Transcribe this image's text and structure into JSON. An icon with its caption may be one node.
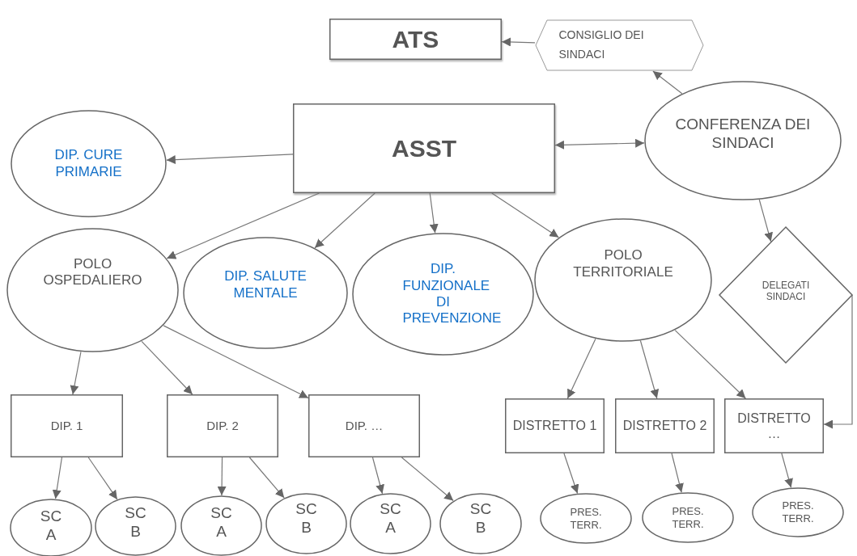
{
  "diagram": {
    "nodes": [
      {
        "text": [
          "ATS"
        ]
      },
      {
        "text": [
          "CONSIGLIO DEI SINDACI"
        ]
      },
      {
        "text": [
          "ASST"
        ]
      },
      {
        "text": [
          "CONFERENZA DEI SINDACI"
        ]
      },
      {
        "text": [
          "DIP. CURE PRIMARIE"
        ]
      },
      {
        "text": [
          "POLO OSPEDALIERO"
        ]
      },
      {
        "text": [
          "DIP. SALUTE MENTALE"
        ]
      },
      {
        "text": [
          "DIP. FUNZIONALE DI PREVENZIONE"
        ]
      },
      {
        "text": [
          "POLO TERRITORIALE"
        ]
      },
      {
        "text": [
          "DELEGATI SINDACI"
        ]
      },
      {
        "text": [
          "DIP. 1"
        ]
      },
      {
        "text": [
          "DIP. 2"
        ]
      },
      {
        "text": [
          "DIP. …"
        ]
      },
      {
        "text": [
          "DISTRETTO 1"
        ]
      },
      {
        "text": [
          "DISTRETTO 2"
        ]
      },
      {
        "text": [
          "DISTRETTO …"
        ]
      },
      {
        "text": [
          "SC A"
        ]
      },
      {
        "text": [
          "SC B"
        ]
      },
      {
        "text": [
          "SC A"
        ]
      },
      {
        "text": [
          "SC B"
        ]
      },
      {
        "text": [
          "SC A"
        ]
      },
      {
        "text": [
          "SC B"
        ]
      },
      {
        "text": [
          "PRES. TERR."
        ]
      },
      {
        "text": [
          "PRES. TERR."
        ]
      },
      {
        "text": [
          "PRES. TERR."
        ]
      }
    ],
    "edges": [
      {
        "from": 1,
        "to": 0,
        "arrow": "to"
      },
      {
        "from": 3,
        "to": 1,
        "arrow": "to"
      },
      {
        "from": 2,
        "to": 3,
        "arrow": "both"
      },
      {
        "from": 2,
        "to": 4,
        "arrow": "to"
      },
      {
        "from": 2,
        "to": 5,
        "arrow": "to"
      },
      {
        "from": 2,
        "to": 6,
        "arrow": "to"
      },
      {
        "from": 2,
        "to": 7,
        "arrow": "to"
      },
      {
        "from": 2,
        "to": 8,
        "arrow": "to"
      },
      {
        "from": 3,
        "to": 9,
        "arrow": "to"
      },
      {
        "from": 9,
        "to": 15,
        "arrow": "to"
      },
      {
        "from": 5,
        "to": 10,
        "arrow": "to"
      },
      {
        "from": 5,
        "to": 11,
        "arrow": "to"
      },
      {
        "from": 5,
        "to": 12,
        "arrow": "to"
      },
      {
        "from": 8,
        "to": 13,
        "arrow": "to"
      },
      {
        "from": 8,
        "to": 14,
        "arrow": "to"
      },
      {
        "from": 8,
        "to": 15,
        "arrow": "to"
      },
      {
        "from": 10,
        "to": 16,
        "arrow": "to"
      },
      {
        "from": 10,
        "to": 17,
        "arrow": "to"
      },
      {
        "from": 11,
        "to": 18,
        "arrow": "to"
      },
      {
        "from": 11,
        "to": 19,
        "arrow": "to"
      },
      {
        "from": 12,
        "to": 20,
        "arrow": "to"
      },
      {
        "from": 12,
        "to": 21,
        "arrow": "to"
      },
      {
        "from": 13,
        "to": 22,
        "arrow": "to"
      },
      {
        "from": 14,
        "to": 23,
        "arrow": "to"
      },
      {
        "from": 15,
        "to": 24,
        "arrow": "to"
      }
    ]
  }
}
